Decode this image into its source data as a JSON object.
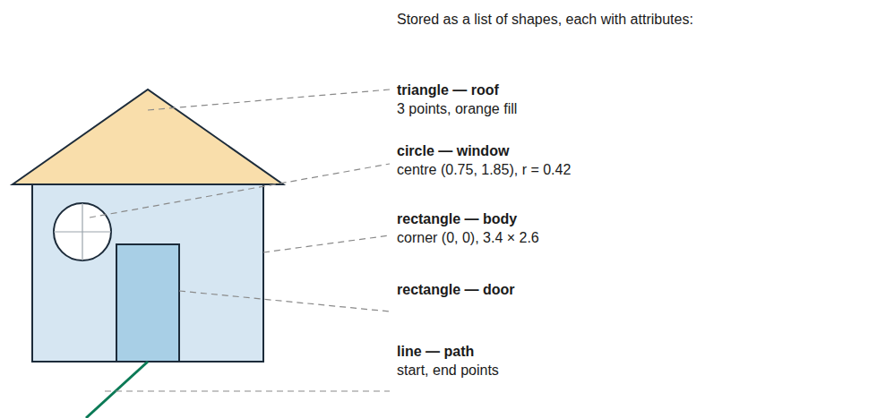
{
  "diagram": {
    "title": "Stored as a list of shapes, each with attributes:",
    "labels": [
      "triangle — roof",
      "3 points, orange fill",
      "circle — window",
      "centre (0.75, 1.85), r = 0.42",
      "rectangle — body",
      "corner (0, 0), 3.4 × 2.6",
      "rectangle — door",
      "line — path",
      "start, end points"
    ]
  }
}
